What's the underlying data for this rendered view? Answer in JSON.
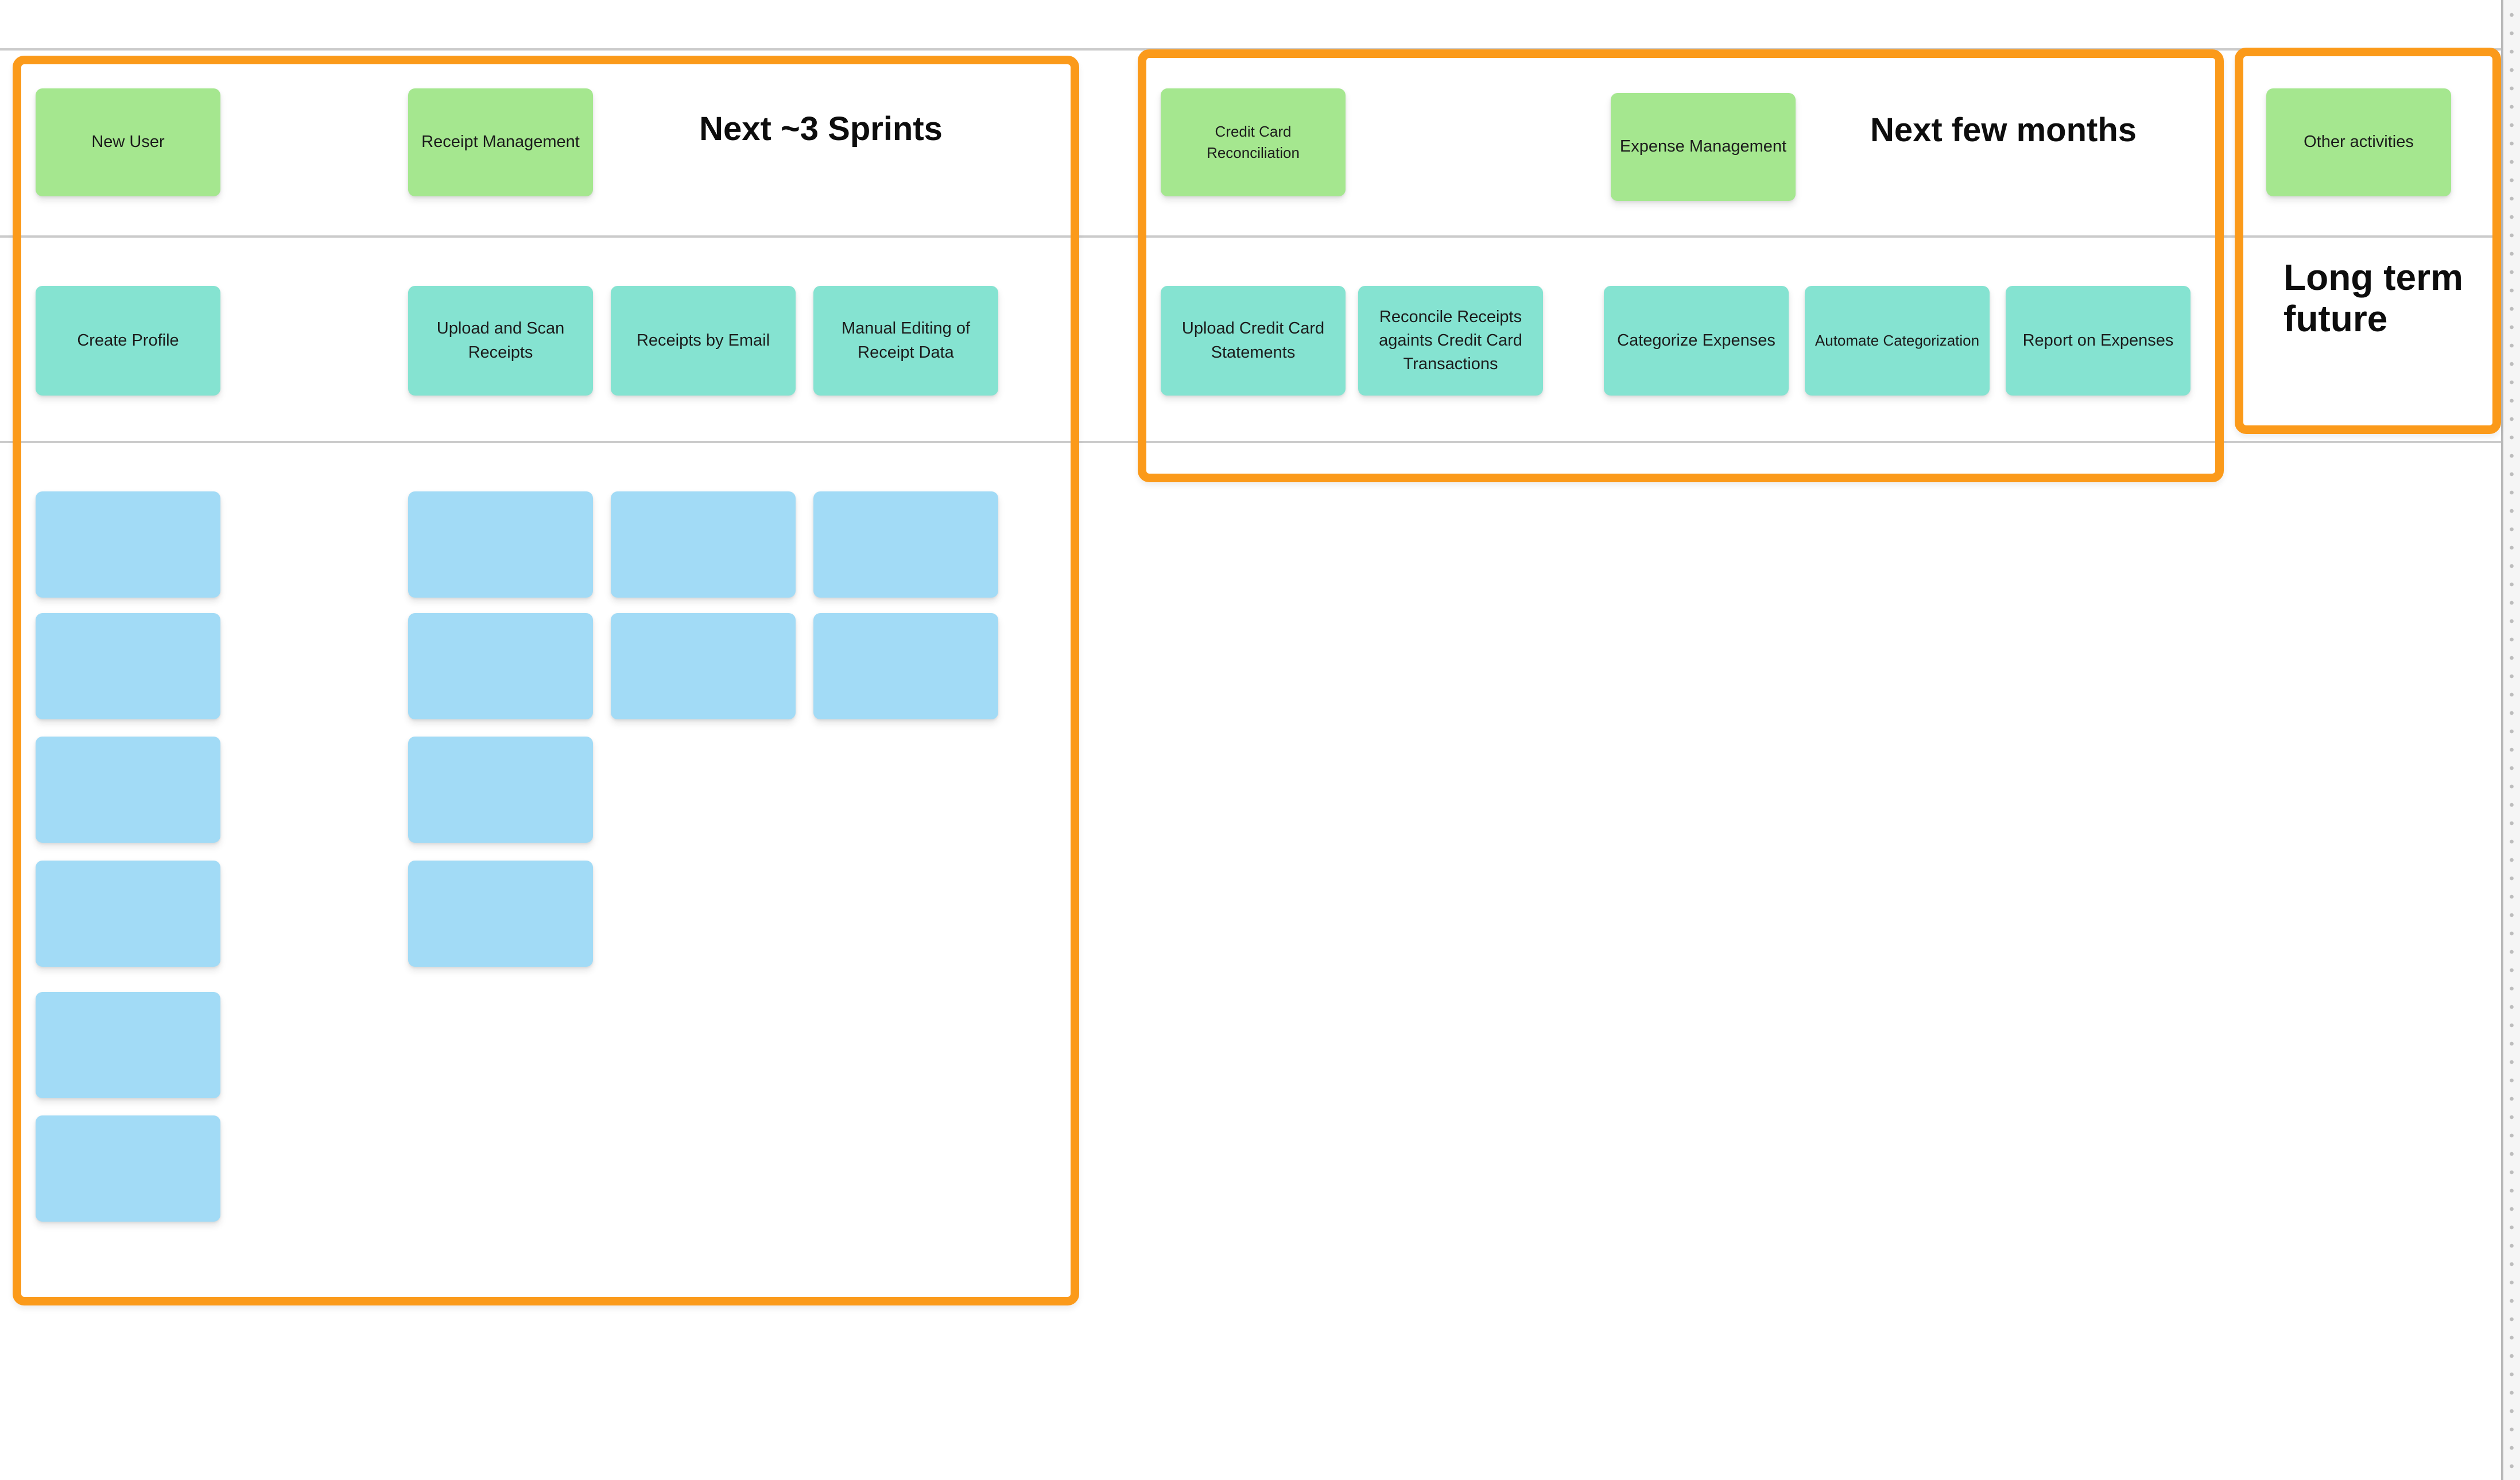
{
  "canvas": {
    "background": "#ffffff",
    "gridline_color": "#cbcbcb",
    "edge_strip_color": "#f5f5f5",
    "dot_color": "#bdbdbd"
  },
  "colors": {
    "frame_border": "#fb9a1a",
    "note_green": "#a5e78f",
    "note_teal": "#85e3d1",
    "note_blue": "#a2dbf6"
  },
  "frames": [
    {
      "title": "Next ~3 Sprints"
    },
    {
      "title": "Next few months"
    },
    {
      "title": "Long term future"
    }
  ],
  "notes": {
    "green": [
      "New User",
      "Receipt Management",
      "Credit Card Reconciliation",
      "Expense Management",
      "Other activities"
    ],
    "teal": [
      "Create Profile",
      "Upload and Scan Receipts",
      "Receipts by Email",
      "Manual Editing of Receipt Data",
      "Upload Credit Card Statements",
      "Reconcile Receipts againts Credit Card Transactions",
      "Categorize Expenses",
      "Automate Categorization",
      "Report on Expenses"
    ],
    "blue_empty_count": 14
  }
}
